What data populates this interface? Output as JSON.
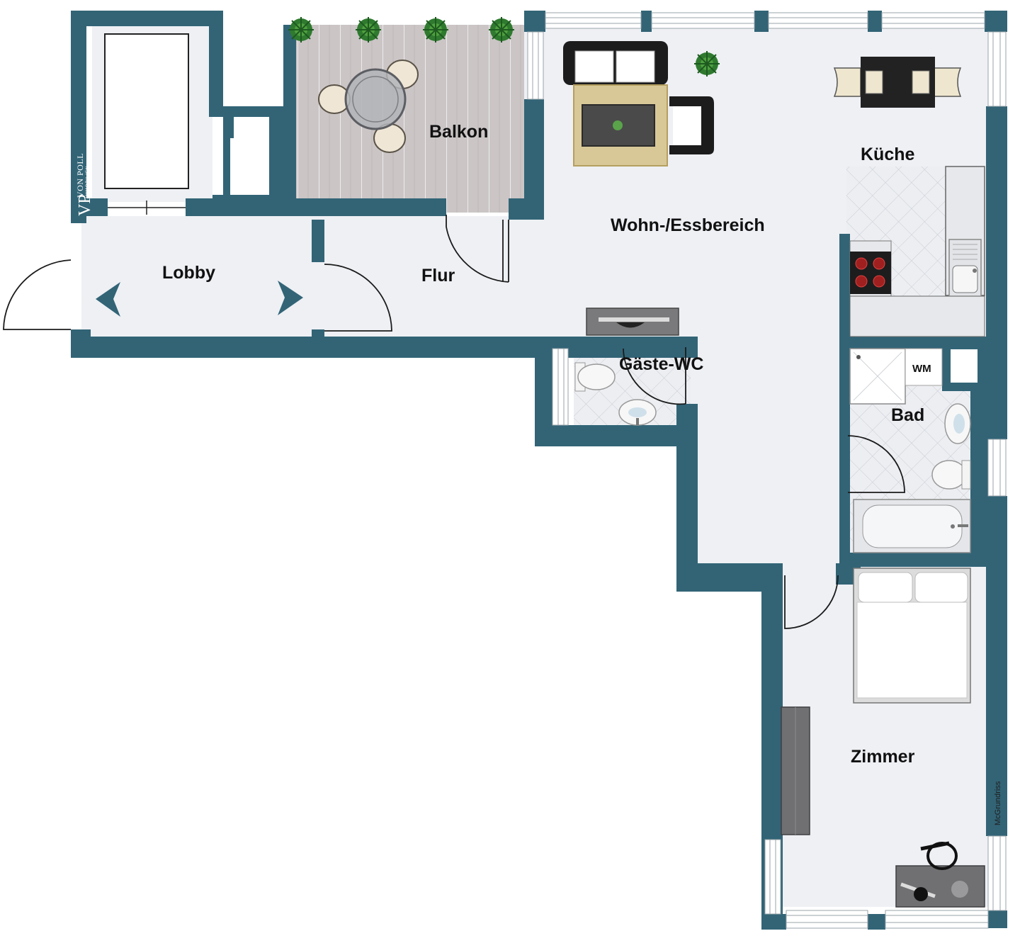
{
  "plan": {
    "colors": {
      "wall": "#326476",
      "floor": "#eef0f4",
      "tile": "#e7eaee",
      "deck": "#c9c3c4",
      "door": "#1b1b1b"
    },
    "rooms": {
      "balkon": "Balkon",
      "wohn": "Wohn-/Essbereich",
      "kueche": "Küche",
      "lobby": "Lobby",
      "flur": "Flur",
      "gaeste_wc": "Gäste-WC",
      "bad": "Bad",
      "wm": "WM",
      "zimmer": "Zimmer"
    },
    "logo": {
      "initials": "VP",
      "name": "VON POLL",
      "sub": "IMMOBILIEN"
    },
    "credit": "McGrundriss",
    "icons": {
      "sofa": "sofa-icon",
      "plant": "plant-icon",
      "table": "dining-table-icon",
      "bed": "bed-icon",
      "toilet": "toilet-icon",
      "sink": "sink-icon",
      "bathtub": "bathtub-icon",
      "shower": "shower-icon",
      "stove": "stove-icon",
      "desk": "desk-icon",
      "arrow": "direction-arrow-icon"
    }
  }
}
